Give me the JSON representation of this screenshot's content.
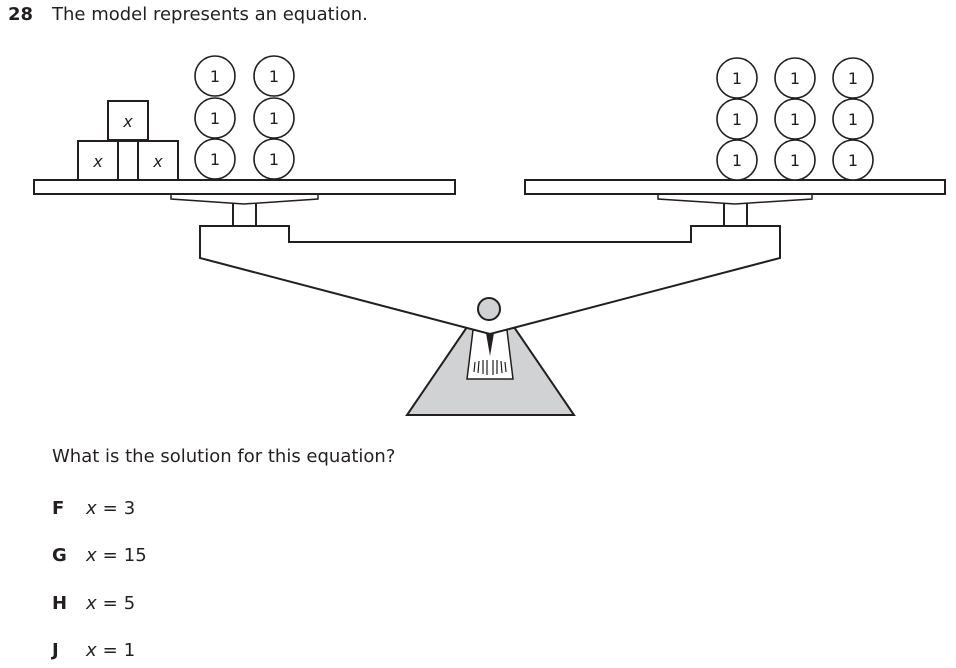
{
  "question_number": "28",
  "stem": "The model represents an equation.",
  "model": {
    "left_pan": {
      "x_tiles": [
        {
          "label": "x"
        },
        {
          "label": "x"
        },
        {
          "label": "x"
        }
      ],
      "unit_counters": [
        {
          "label": "1"
        },
        {
          "label": "1"
        },
        {
          "label": "1"
        },
        {
          "label": "1"
        },
        {
          "label": "1"
        },
        {
          "label": "1"
        }
      ]
    },
    "right_pan": {
      "unit_counters": [
        {
          "label": "1"
        },
        {
          "label": "1"
        },
        {
          "label": "1"
        },
        {
          "label": "1"
        },
        {
          "label": "1"
        },
        {
          "label": "1"
        },
        {
          "label": "1"
        },
        {
          "label": "1"
        },
        {
          "label": "1"
        }
      ]
    },
    "colors": {
      "stroke": "#231f20",
      "base_fill": "#d1d2d4",
      "pivot_fill": "#d1d2d4"
    }
  },
  "prompt": "What is the solution for this equation?",
  "choices": [
    {
      "letter": "F",
      "variable": "x",
      "equals": "=",
      "value": "3"
    },
    {
      "letter": "G",
      "variable": "x",
      "equals": "=",
      "value": "15"
    },
    {
      "letter": "H",
      "variable": "x",
      "equals": "=",
      "value": "5"
    },
    {
      "letter": "J",
      "variable": "x",
      "equals": "=",
      "value": "1"
    }
  ]
}
